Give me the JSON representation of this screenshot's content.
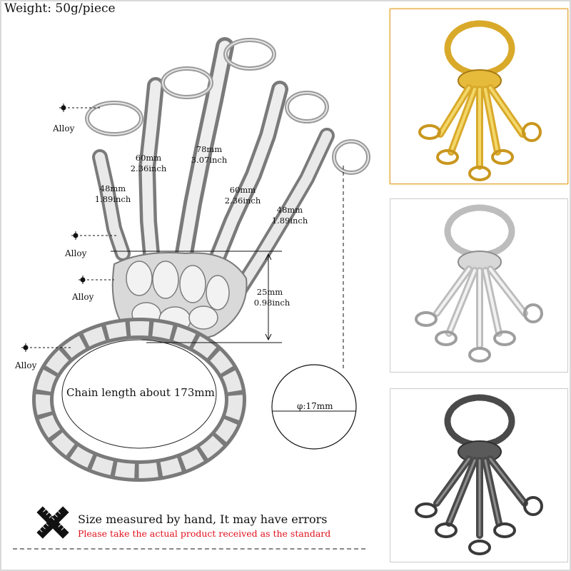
{
  "header": {
    "weight": "Weight: 50g/piece"
  },
  "labels": {
    "alloy": "Alloy",
    "chain_length": "Chain length about 173mm",
    "ring_diameter": "φ:17mm"
  },
  "measurements": [
    {
      "mm": "48mm",
      "inch": "1.89inch"
    },
    {
      "mm": "60mm",
      "inch": "2.36inch"
    },
    {
      "mm": "78mm",
      "inch": "3.07inch"
    },
    {
      "mm": "60mm",
      "inch": "2.36inch"
    },
    {
      "mm": "48mm",
      "inch": "1.89inch"
    },
    {
      "mm": "25mm",
      "inch": "0.98inch"
    }
  ],
  "note": {
    "line1": "Size measured by hand, It may have errors",
    "line2": "Please take the actual product received as the standard"
  },
  "variants": [
    {
      "name": "gold",
      "color": "#d9a92a"
    },
    {
      "name": "silver",
      "color": "#bdbdbd"
    },
    {
      "name": "black",
      "color": "#4a4a4a"
    }
  ],
  "colors": {
    "note_red": "#e0101c",
    "frame": "#d9d9d9"
  }
}
